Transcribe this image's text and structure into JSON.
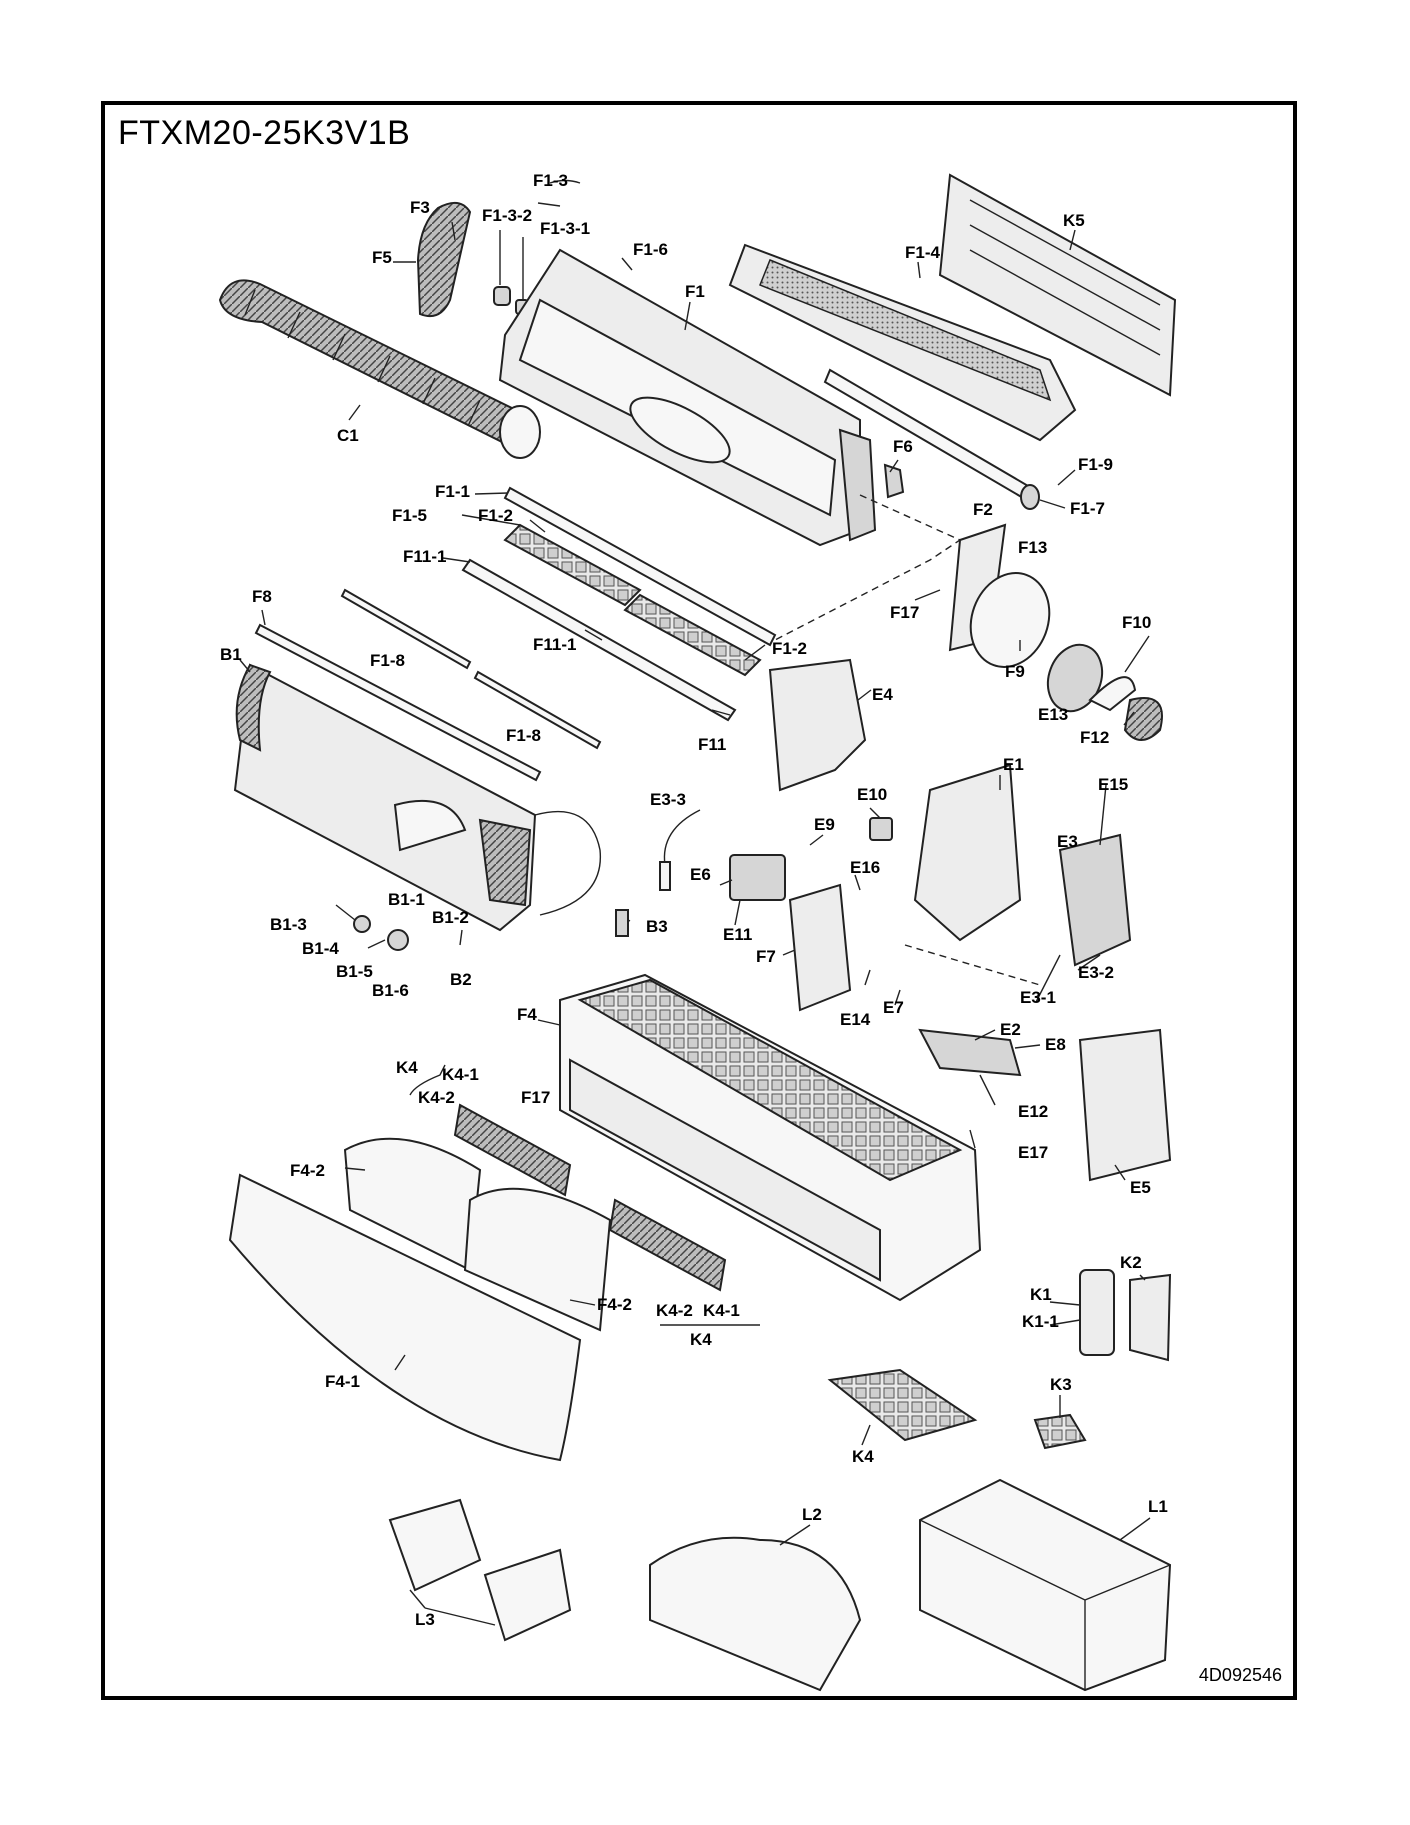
{
  "title": "FTXM20-25K3V1B",
  "document_number": "4D092546",
  "labels": [
    {
      "id": "F1-3",
      "text": "F1-3"
    },
    {
      "id": "F3",
      "text": "F3"
    },
    {
      "id": "F1-3-2",
      "text": "F1-3-2"
    },
    {
      "id": "F1-3-1",
      "text": "F1-3-1"
    },
    {
      "id": "F1-6",
      "text": "F1-6"
    },
    {
      "id": "F5",
      "text": "F5"
    },
    {
      "id": "F1",
      "text": "F1"
    },
    {
      "id": "F1-4",
      "text": "F1-4"
    },
    {
      "id": "K5",
      "text": "K5"
    },
    {
      "id": "C1",
      "text": "C1"
    },
    {
      "id": "F6",
      "text": "F6"
    },
    {
      "id": "F1-9",
      "text": "F1-9"
    },
    {
      "id": "F1-1",
      "text": "F1-1"
    },
    {
      "id": "F1-7",
      "text": "F1-7"
    },
    {
      "id": "F1-5",
      "text": "F1-5"
    },
    {
      "id": "F1-2a",
      "text": "F1-2"
    },
    {
      "id": "F2",
      "text": "F2"
    },
    {
      "id": "F13",
      "text": "F13"
    },
    {
      "id": "F11-1a",
      "text": "F11-1"
    },
    {
      "id": "F17a",
      "text": "F17"
    },
    {
      "id": "F10",
      "text": "F10"
    },
    {
      "id": "F8",
      "text": "F8"
    },
    {
      "id": "F11-1b",
      "text": "F11-1"
    },
    {
      "id": "F1-2b",
      "text": "F1-2"
    },
    {
      "id": "F9",
      "text": "F9"
    },
    {
      "id": "B1",
      "text": "B1"
    },
    {
      "id": "F1-8a",
      "text": "F1-8"
    },
    {
      "id": "E4",
      "text": "E4"
    },
    {
      "id": "E13",
      "text": "E13"
    },
    {
      "id": "F12",
      "text": "F12"
    },
    {
      "id": "F1-8b",
      "text": "F1-8"
    },
    {
      "id": "F11",
      "text": "F11"
    },
    {
      "id": "E1",
      "text": "E1"
    },
    {
      "id": "E15",
      "text": "E15"
    },
    {
      "id": "E10",
      "text": "E10"
    },
    {
      "id": "E3-3",
      "text": "E3-3"
    },
    {
      "id": "E9",
      "text": "E9"
    },
    {
      "id": "E3",
      "text": "E3"
    },
    {
      "id": "E16",
      "text": "E16"
    },
    {
      "id": "E6",
      "text": "E6"
    },
    {
      "id": "B1-1",
      "text": "B1-1"
    },
    {
      "id": "B1-2",
      "text": "B1-2"
    },
    {
      "id": "B1-3",
      "text": "B1-3"
    },
    {
      "id": "B3",
      "text": "B3"
    },
    {
      "id": "E11",
      "text": "E11"
    },
    {
      "id": "B1-4",
      "text": "B1-4"
    },
    {
      "id": "E3-2",
      "text": "E3-2"
    },
    {
      "id": "F7",
      "text": "F7"
    },
    {
      "id": "B1-5",
      "text": "B1-5"
    },
    {
      "id": "B2",
      "text": "B2"
    },
    {
      "id": "B1-6",
      "text": "B1-6"
    },
    {
      "id": "E3-1",
      "text": "E3-1"
    },
    {
      "id": "E7",
      "text": "E7"
    },
    {
      "id": "E14",
      "text": "E14"
    },
    {
      "id": "F4",
      "text": "F4"
    },
    {
      "id": "E2",
      "text": "E2"
    },
    {
      "id": "E8",
      "text": "E8"
    },
    {
      "id": "K4a",
      "text": "K4"
    },
    {
      "id": "K4-1a",
      "text": "K4-1"
    },
    {
      "id": "K4-2a",
      "text": "K4-2"
    },
    {
      "id": "F17b",
      "text": "F17"
    },
    {
      "id": "E12",
      "text": "E12"
    },
    {
      "id": "E17",
      "text": "E17"
    },
    {
      "id": "F4-2a",
      "text": "F4-2"
    },
    {
      "id": "E5",
      "text": "E5"
    },
    {
      "id": "K2",
      "text": "K2"
    },
    {
      "id": "K1",
      "text": "K1"
    },
    {
      "id": "F4-2b",
      "text": "F4-2"
    },
    {
      "id": "K1-1",
      "text": "K1-1"
    },
    {
      "id": "K4-2b",
      "text": "K4-2"
    },
    {
      "id": "K4-1b",
      "text": "K4-1"
    },
    {
      "id": "K4b",
      "text": "K4"
    },
    {
      "id": "F4-1",
      "text": "F4-1"
    },
    {
      "id": "K3",
      "text": "K3"
    },
    {
      "id": "K4c",
      "text": "K4"
    },
    {
      "id": "L2",
      "text": "L2"
    },
    {
      "id": "L1",
      "text": "L1"
    },
    {
      "id": "L3",
      "text": "L3"
    }
  ]
}
